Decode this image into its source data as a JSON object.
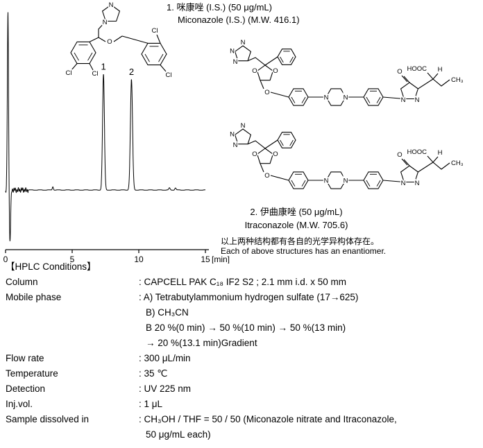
{
  "page": {
    "background": "#ffffff",
    "foreground": "#000000"
  },
  "captions": {
    "peak1_line1": "1. 咪康唑 (I.S.) (50 μg/mL)",
    "peak1_line2": "Miconazole (I.S.) (M.W. 416.1)",
    "peak2_line1": "2. 伊曲康唑 (50 μg/mL)",
    "peak2_line2": "Itraconazole (M.W. 705.6)",
    "note_zh": "以上两种结构都有各自的光学异构体存在。",
    "note_en": "Each of above structures has an enantiomer."
  },
  "structures": {
    "labels": {
      "N": "N",
      "O": "O",
      "Cl": "Cl",
      "HOOC": "HOOC",
      "H": "H",
      "CH3": "CH₃"
    }
  },
  "chart_data": {
    "type": "line",
    "title": "HPLC chromatogram of Miconazole (1, I.S.) and Itraconazole (2)",
    "xlabel": "[min]",
    "ylabel": "",
    "x_range": [
      0,
      15
    ],
    "x_ticks": [
      0,
      5,
      10,
      15
    ],
    "grid": false,
    "peaks": [
      {
        "label": "",
        "name": "injection front",
        "rt_min": 0.18,
        "rel_height": 1.04,
        "sigma_min": 0.045
      },
      {
        "label": "",
        "name": "baseline dip",
        "rt_min": 0.33,
        "rel_height": -0.3,
        "sigma_min": 0.05
      },
      {
        "label": "",
        "name": "baseline blip",
        "rt_min": 3.55,
        "rel_height": 0.02,
        "sigma_min": 0.04
      },
      {
        "label": "1",
        "name": "Miconazole (I.S.)",
        "rt_min": 7.35,
        "rel_height": 0.68,
        "sigma_min": 0.07
      },
      {
        "label": "2",
        "name": "Itraconazole",
        "rt_min": 9.45,
        "rel_height": 0.65,
        "sigma_min": 0.08
      },
      {
        "label": "",
        "name": "baseline blip",
        "rt_min": 12.3,
        "rel_height": 0.012,
        "sigma_min": 0.05
      },
      {
        "label": "",
        "name": "baseline blip",
        "rt_min": 12.75,
        "rel_height": 0.012,
        "sigma_min": 0.05
      }
    ]
  },
  "conditions": {
    "header": "【HPLC Conditions】",
    "rows": [
      {
        "label": "Column",
        "lines": [
          ": CAPCELL PAK C₁₈ IF2 S2 ; 2.1 mm i.d. x 50 mm"
        ]
      },
      {
        "label": "Mobile phase",
        "lines": [
          ": A) Tetrabutylammonium hydrogen sulfate (17→625)",
          "B) CH₃CN",
          "B 20 %(0 min) → 50 %(10 min) → 50 %(13 min)",
          "→ 20 %(13.1 min)Gradient"
        ]
      },
      {
        "label": "Flow rate",
        "lines": [
          ": 300 μL/min"
        ]
      },
      {
        "label": "Temperature",
        "lines": [
          ": 35 ℃"
        ]
      },
      {
        "label": "Detection",
        "lines": [
          ": UV 225 nm"
        ]
      },
      {
        "label": "Inj.vol.",
        "lines": [
          ": 1 μL"
        ]
      },
      {
        "label": "Sample dissolved in",
        "lines": [
          ": CH₃OH / THF = 50 / 50 (Miconazole nitrate and Itraconazole,",
          "50 μg/mL each)"
        ]
      }
    ]
  }
}
